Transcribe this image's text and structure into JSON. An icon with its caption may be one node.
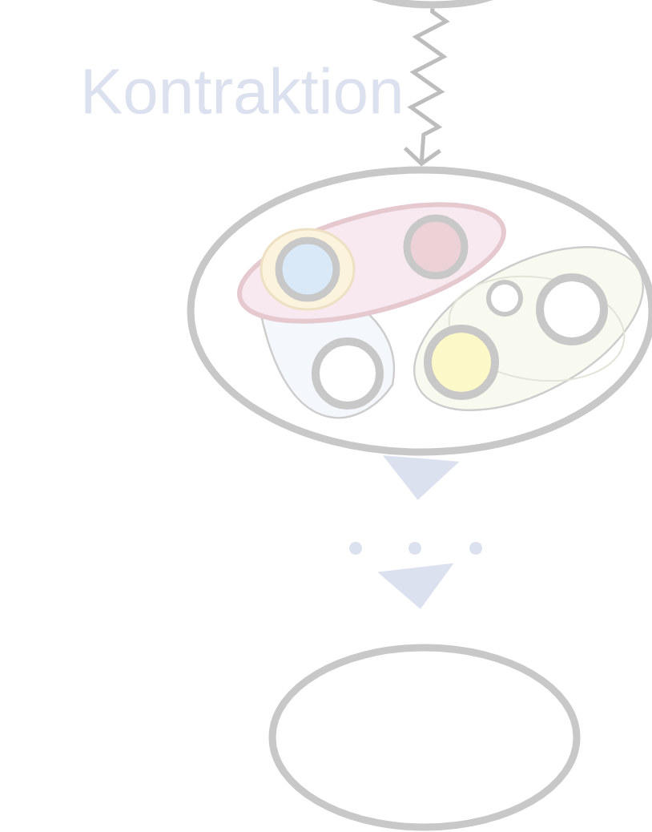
{
  "diagram": {
    "nodes": [
      {
        "text": [],
        "shape": "ellipse"
      },
      {
        "text": [],
        "shape": "ellipse"
      },
      {
        "text": [],
        "shape": "dots"
      },
      {
        "text": [],
        "shape": "ellipse"
      }
    ],
    "edges": [
      {
        "from": 0,
        "to": 1,
        "arrow": "to",
        "label": "Kontraktion",
        "color": "#bdbdbd"
      },
      {
        "from": 1,
        "to": 2,
        "arrow": "to"
      },
      {
        "from": 2,
        "to": 3,
        "arrow": "to"
      }
    ]
  }
}
